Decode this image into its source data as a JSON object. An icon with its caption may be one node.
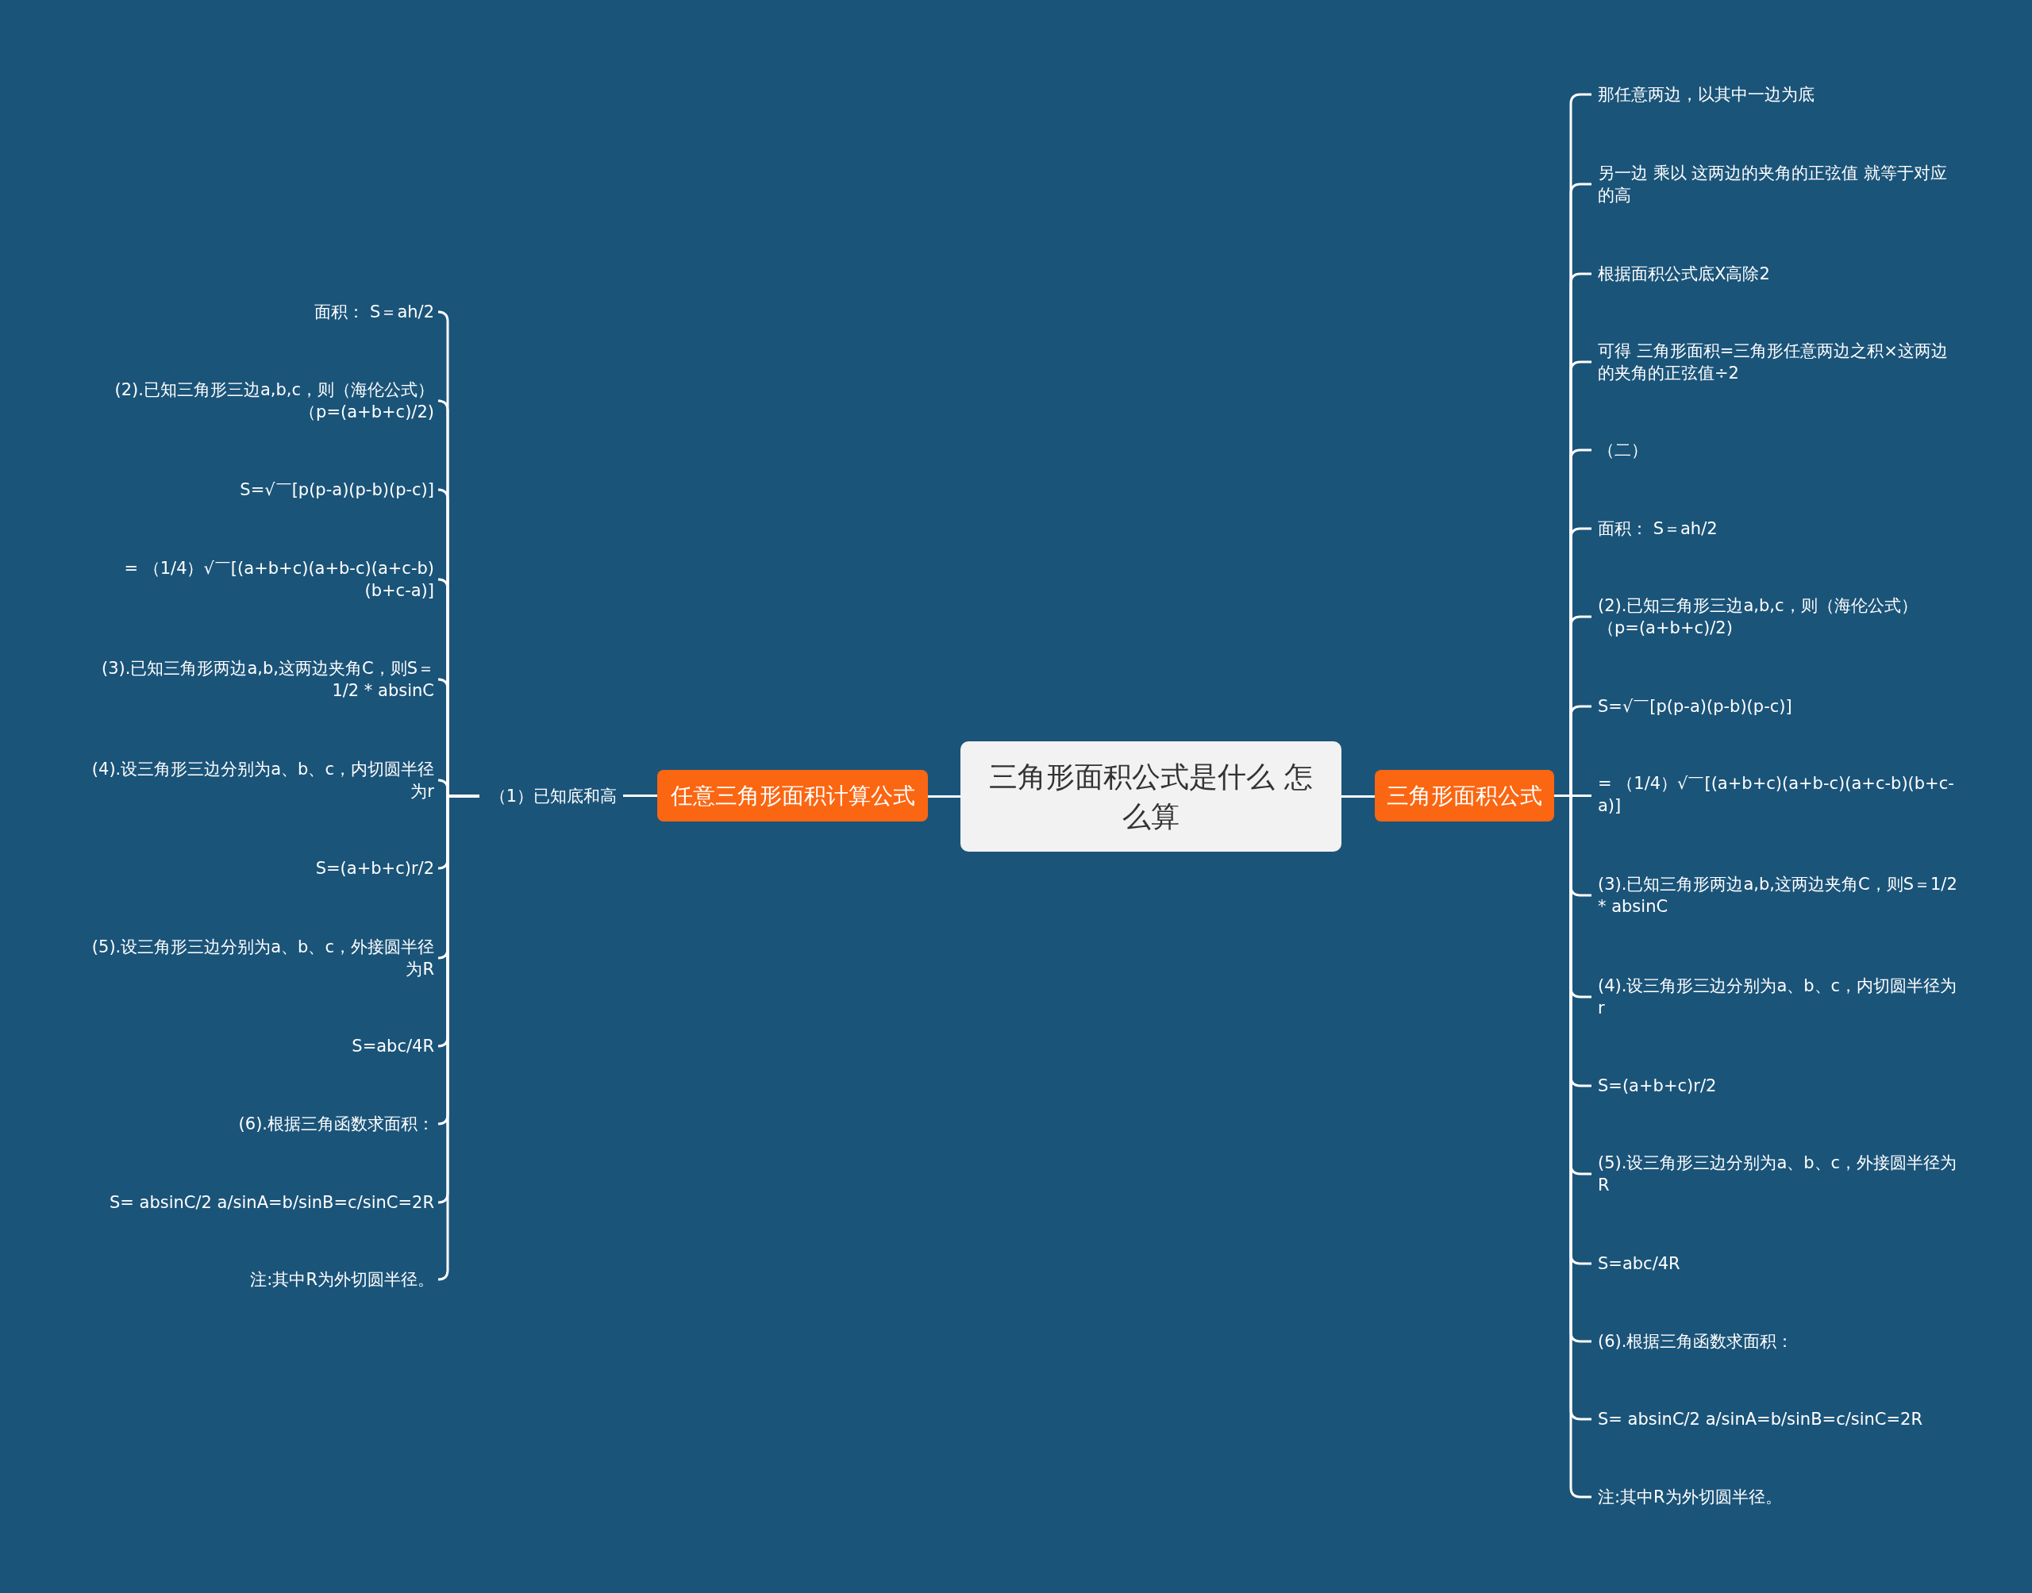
{
  "diagram": {
    "nodes": [
      {
        "text": [
          "三角形面积公式是什么 怎么算"
        ]
      },
      {
        "text": [
          "任意三角形面积计算公式"
        ]
      },
      {
        "text": [
          "（1）已知底和高"
        ]
      },
      {
        "text": [
          "面积： S＝ah/2"
        ]
      },
      {
        "text": [
          "(2).已知三角形三边a,b,c，则（海伦公式）（p=(a+b+c)/2)"
        ]
      },
      {
        "text": [
          "S=√￣[p(p-a)(p-b)(p-c)]"
        ]
      },
      {
        "text": [
          "= （1/4）√￣[(a+b+c)(a+b-c)(a+c-b)(b+c-a)]"
        ]
      },
      {
        "text": [
          "(3).已知三角形两边a,b,这两边夹角C，则S＝1/2 * absinC"
        ]
      },
      {
        "text": [
          "(4).设三角形三边分别为a、b、c，内切圆半径为r"
        ]
      },
      {
        "text": [
          "S=(a+b+c)r/2"
        ]
      },
      {
        "text": [
          "(5).设三角形三边分别为a、b、c，外接圆半径为R"
        ]
      },
      {
        "text": [
          "S=abc/4R"
        ]
      },
      {
        "text": [
          "(6).根据三角函数求面积："
        ]
      },
      {
        "text": [
          "S= absinC/2 a/sinA=b/sinB=c/sinC=2R"
        ]
      },
      {
        "text": [
          "注:其中R为外切圆半径。"
        ]
      },
      {
        "text": [
          "三角形面积公式"
        ]
      },
      {
        "text": [
          "那任意两边，以其中一边为底"
        ]
      },
      {
        "text": [
          "另一边 乘以 这两边的夹角的正弦值 就等于对应的高"
        ]
      },
      {
        "text": [
          "根据面积公式底X高除2"
        ]
      },
      {
        "text": [
          "可得 三角形面积=三角形任意两边之积×这两边的夹角的正弦值÷2"
        ]
      },
      {
        "text": [
          "（二）"
        ]
      },
      {
        "text": [
          "面积： S＝ah/2"
        ]
      },
      {
        "text": [
          "(2).已知三角形三边a,b,c，则（海伦公式）（p=(a+b+c)/2)"
        ]
      },
      {
        "text": [
          "S=√￣[p(p-a)(p-b)(p-c)]"
        ]
      },
      {
        "text": [
          "= （1/4）√￣[(a+b+c)(a+b-c)(a+c-b)(b+c-a)]"
        ]
      },
      {
        "text": [
          "(3).已知三角形两边a,b,这两边夹角C，则S＝1/2 * absinC"
        ]
      },
      {
        "text": [
          "(4).设三角形三边分别为a、b、c，内切圆半径为r"
        ]
      },
      {
        "text": [
          "S=(a+b+c)r/2"
        ]
      },
      {
        "text": [
          "(5).设三角形三边分别为a、b、c，外接圆半径为R"
        ]
      },
      {
        "text": [
          "S=abc/4R"
        ]
      },
      {
        "text": [
          "(6).根据三角函数求面积："
        ]
      },
      {
        "text": [
          "S= absinC/2 a/sinA=b/sinB=c/sinC=2R"
        ]
      },
      {
        "text": [
          "注:其中R为外切圆半径。"
        ]
      }
    ],
    "edges": [
      {
        "from": 0,
        "to": 1,
        "arrow": "none"
      },
      {
        "from": 1,
        "to": 2,
        "arrow": "none"
      },
      {
        "from": 2,
        "to": 3,
        "arrow": "none"
      },
      {
        "from": 2,
        "to": 4,
        "arrow": "none"
      },
      {
        "from": 2,
        "to": 5,
        "arrow": "none"
      },
      {
        "from": 2,
        "to": 6,
        "arrow": "none"
      },
      {
        "from": 2,
        "to": 7,
        "arrow": "none"
      },
      {
        "from": 2,
        "to": 8,
        "arrow": "none"
      },
      {
        "from": 2,
        "to": 9,
        "arrow": "none"
      },
      {
        "from": 2,
        "to": 10,
        "arrow": "none"
      },
      {
        "from": 2,
        "to": 11,
        "arrow": "none"
      },
      {
        "from": 2,
        "to": 12,
        "arrow": "none"
      },
      {
        "from": 2,
        "to": 13,
        "arrow": "none"
      },
      {
        "from": 2,
        "to": 14,
        "arrow": "none"
      },
      {
        "from": 0,
        "to": 15,
        "arrow": "none"
      },
      {
        "from": 15,
        "to": 16,
        "arrow": "none"
      },
      {
        "from": 15,
        "to": 17,
        "arrow": "none"
      },
      {
        "from": 15,
        "to": 18,
        "arrow": "none"
      },
      {
        "from": 15,
        "to": 19,
        "arrow": "none"
      },
      {
        "from": 15,
        "to": 20,
        "arrow": "none"
      },
      {
        "from": 15,
        "to": 21,
        "arrow": "none"
      },
      {
        "from": 15,
        "to": 22,
        "arrow": "none"
      },
      {
        "from": 15,
        "to": 23,
        "arrow": "none"
      },
      {
        "from": 15,
        "to": 24,
        "arrow": "none"
      },
      {
        "from": 15,
        "to": 25,
        "arrow": "none"
      },
      {
        "from": 15,
        "to": 26,
        "arrow": "none"
      },
      {
        "from": 15,
        "to": 27,
        "arrow": "none"
      },
      {
        "from": 15,
        "to": 28,
        "arrow": "none"
      },
      {
        "from": 15,
        "to": 29,
        "arrow": "none"
      },
      {
        "from": 15,
        "to": 30,
        "arrow": "none"
      },
      {
        "from": 15,
        "to": 31,
        "arrow": "none"
      },
      {
        "from": 15,
        "to": 32,
        "arrow": "none"
      }
    ]
  }
}
